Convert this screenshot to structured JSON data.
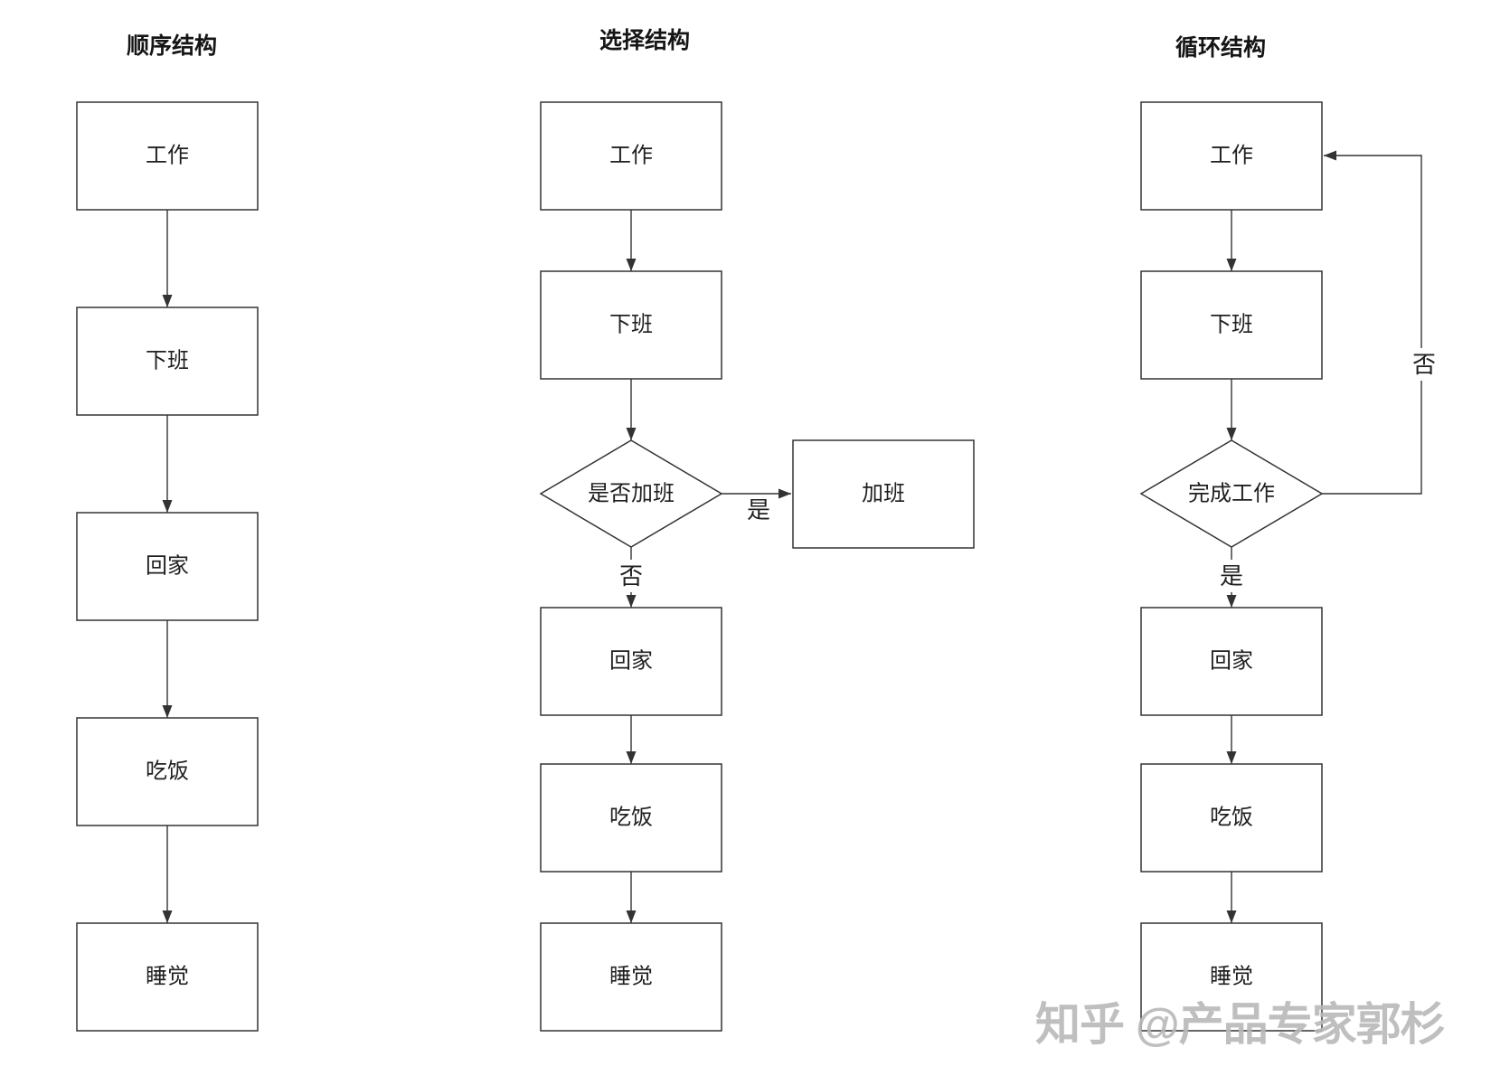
{
  "colors": {
    "background": "#ffffff",
    "line": "#333333",
    "text": "#1f1f1f",
    "watermark": "#b9b9b9"
  },
  "watermark": {
    "text": "知乎 @产品专家郭杉"
  },
  "diagrams": {
    "sequence": {
      "title": "顺序结构",
      "nodes": {
        "work": "工作",
        "off_work": "下班",
        "go_home": "回家",
        "eat": "吃饭",
        "sleep": "睡觉"
      }
    },
    "selection": {
      "title": "选择结构",
      "nodes": {
        "work": "工作",
        "off_work": "下班",
        "decision": "是否加班",
        "overtime": "加班",
        "go_home": "回家",
        "eat": "吃饭",
        "sleep": "睡觉"
      },
      "labels": {
        "yes": "是",
        "no": "否"
      }
    },
    "loop": {
      "title": "循环结构",
      "nodes": {
        "work": "工作",
        "off_work": "下班",
        "decision": "完成工作",
        "go_home": "回家",
        "eat": "吃饭",
        "sleep": "睡觉"
      },
      "labels": {
        "yes": "是",
        "no": "否"
      }
    }
  }
}
